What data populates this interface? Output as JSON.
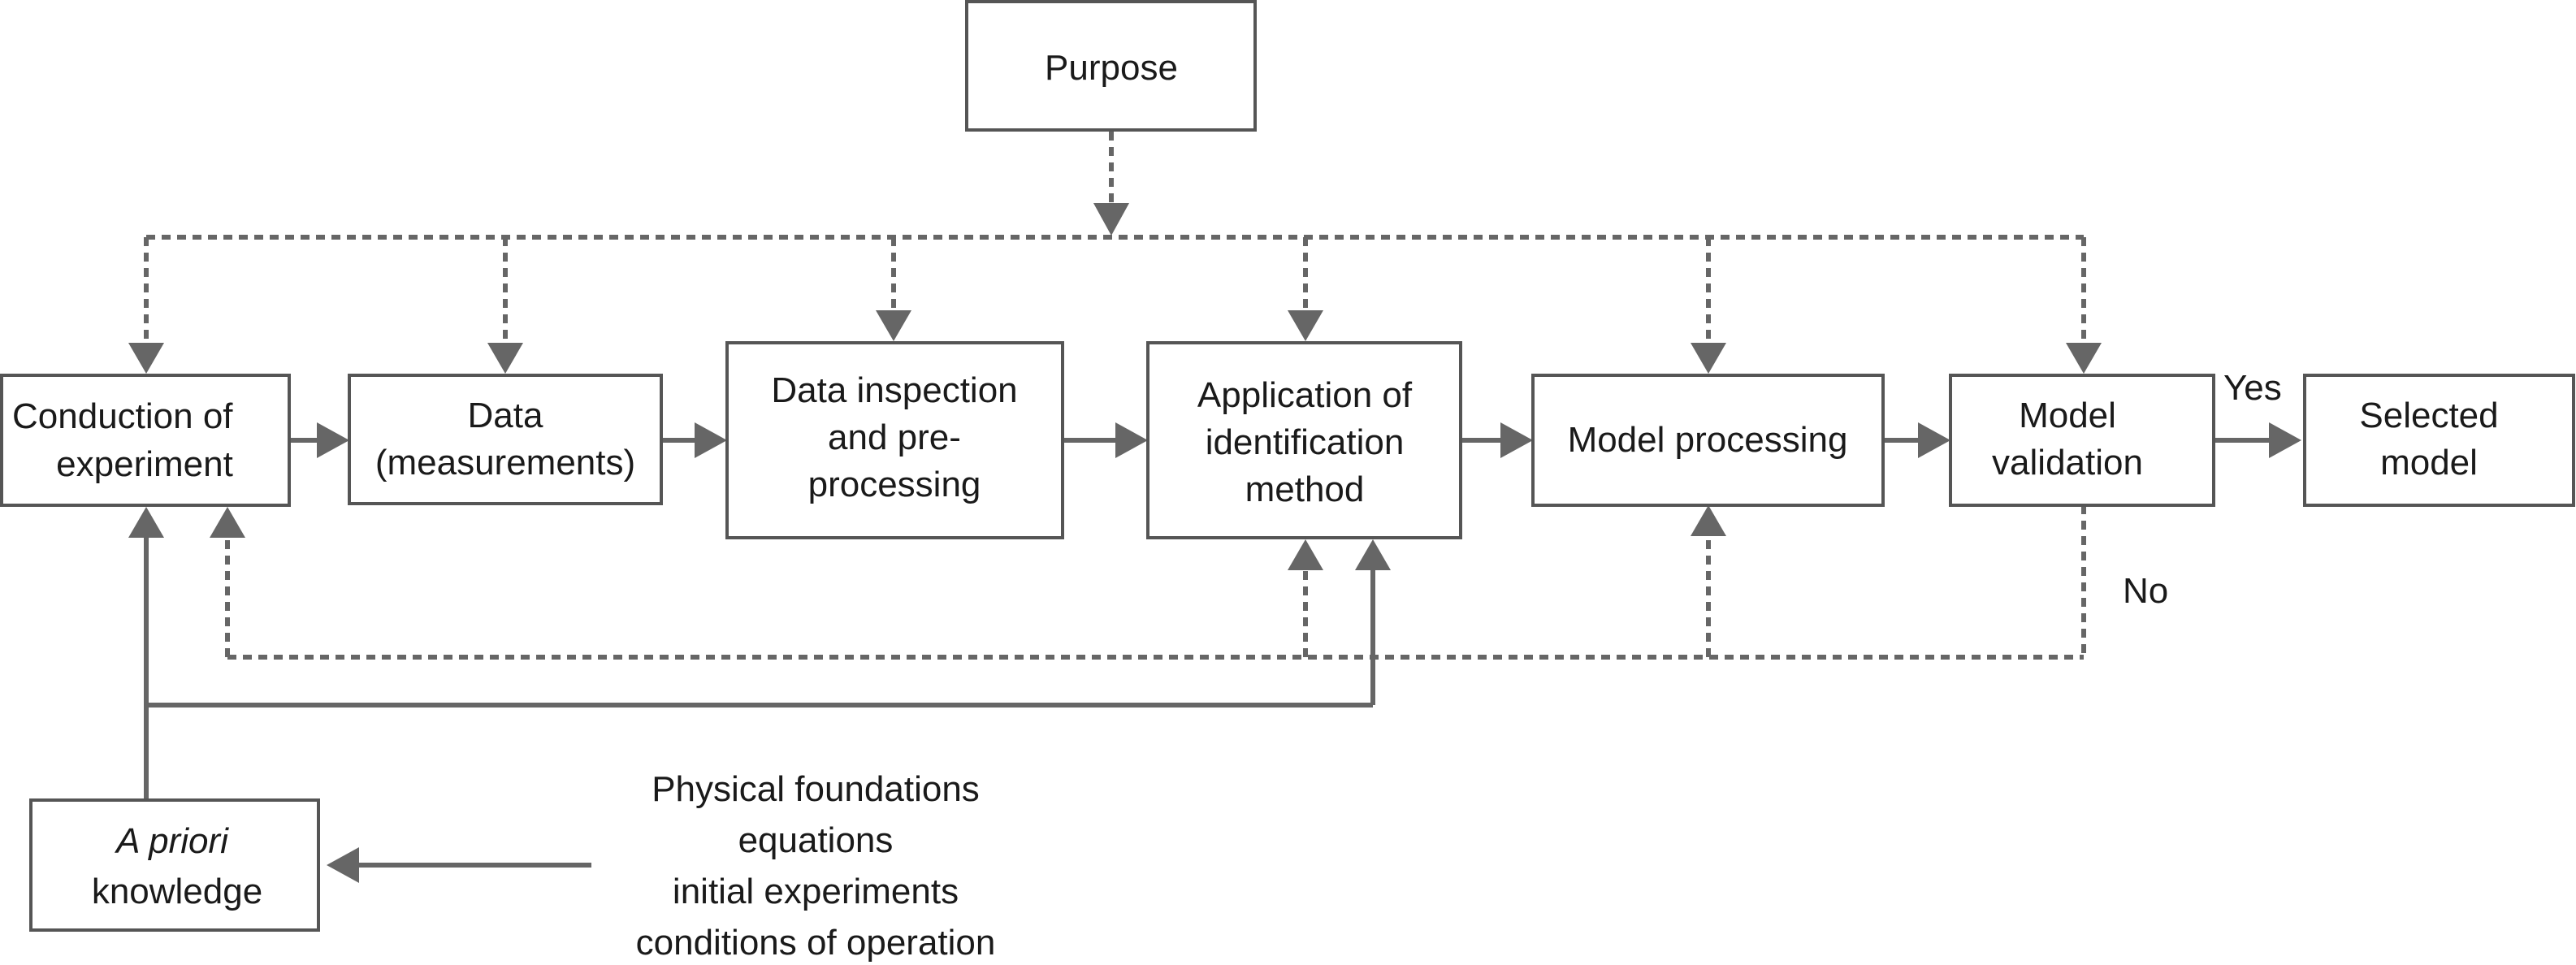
{
  "boxes": {
    "purpose": "Purpose",
    "conduction_of_experiment": [
      "Conduction of",
      "experiment"
    ],
    "data_measurements": [
      "Data",
      "(measurements)"
    ],
    "data_inspection": [
      "Data inspection",
      "and pre-",
      "processing"
    ],
    "application_identification": [
      "Application of",
      "identification",
      "method"
    ],
    "model_processing": "Model processing",
    "model_validation": [
      "Model",
      "validation"
    ],
    "selected_model": [
      "Selected",
      "model"
    ],
    "a_priori_knowledge": {
      "italic": "A priori",
      "plain": "knowledge"
    }
  },
  "labels": {
    "yes": "Yes",
    "no": "No"
  },
  "knowledge_sources": [
    "Physical foundations",
    "equations",
    "initial experiments",
    "conditions of operation"
  ]
}
